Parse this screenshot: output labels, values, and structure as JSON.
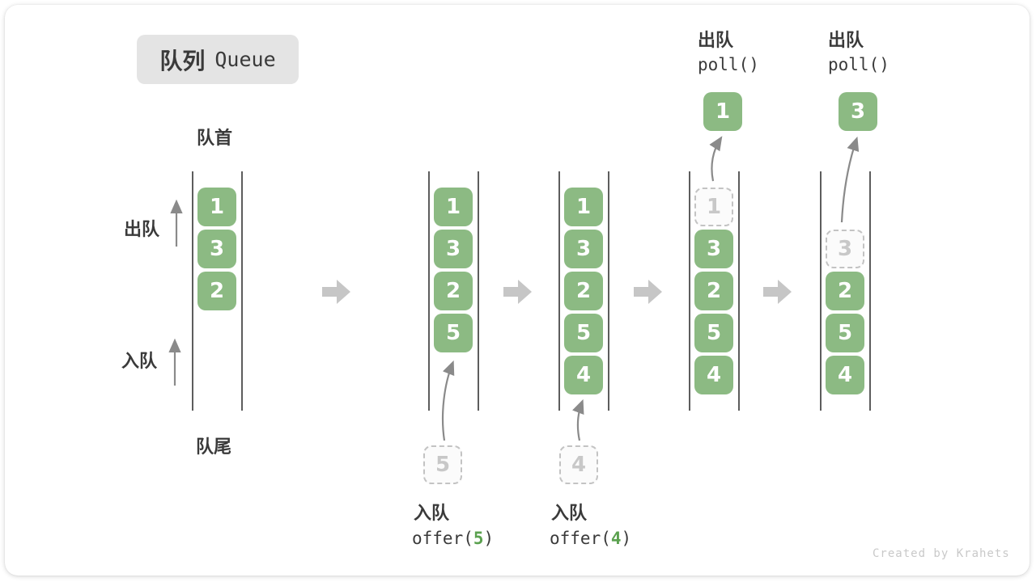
{
  "title": {
    "zh": "队列",
    "en": "Queue"
  },
  "side_labels": {
    "front": "队首",
    "rear": "队尾",
    "dequeue": "出队",
    "enqueue": "入队"
  },
  "colors": {
    "cell_green": "#8cba83",
    "code_arg_green": "#5ba14f",
    "block_arrow_gray": "#c6c6c6",
    "thin_arrow_gray": "#8a8a8a",
    "title_bg": "#e4e4e4"
  },
  "queues": [
    {
      "cells": [
        "1",
        "3",
        "2"
      ]
    },
    {
      "cells": [
        "1",
        "3",
        "2",
        "5"
      ],
      "pending": "5"
    },
    {
      "cells": [
        "1",
        "3",
        "2",
        "5",
        "4"
      ],
      "pending": "4"
    },
    {
      "cells": [
        "3",
        "2",
        "5",
        "4"
      ],
      "ghost": "1",
      "popped": "1",
      "op": {
        "zh": "出队",
        "code": "poll()"
      }
    },
    {
      "cells": [
        "2",
        "5",
        "4"
      ],
      "ghost": "3",
      "popped": "3",
      "op": {
        "zh": "出队",
        "code": "poll()"
      }
    }
  ],
  "enqueue_ops": [
    {
      "zh": "入队",
      "prefix": "offer(",
      "arg": "5",
      "suffix": ")"
    },
    {
      "zh": "入队",
      "prefix": "offer(",
      "arg": "4",
      "suffix": ")"
    }
  ],
  "watermark": "Created by Krahets"
}
